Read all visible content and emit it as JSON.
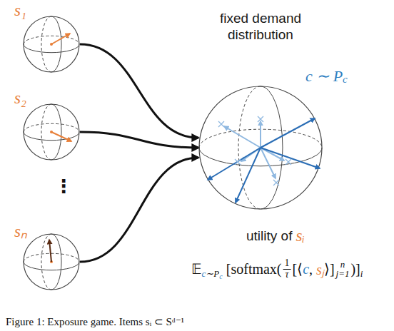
{
  "diagram": {
    "caption": "Figure 1: Exposure game. Items sᵢ ⊂ Sᵈ⁻¹",
    "nodes": [
      {
        "text": [
          "s₁"
        ]
      },
      {
        "text": [
          "s₂"
        ]
      },
      {
        "text": [
          "sₙ"
        ]
      },
      {
        "text": [
          "fixed demand distribution",
          "c ∼ P",
          "c"
        ]
      }
    ],
    "edges": [
      {
        "from": 0,
        "to": 3,
        "arrow": "to"
      },
      {
        "from": 1,
        "to": 3,
        "arrow": "to"
      },
      {
        "from": 2,
        "to": 3,
        "arrow": "to"
      }
    ],
    "labels": [
      "⋮",
      "utility of",
      "sᵢ",
      "𝔼",
      "c",
      "∼P",
      "c",
      "[softmax(",
      "1",
      "τ",
      "[⟨",
      "c",
      ",",
      "sⱼ",
      "⟩]",
      "n",
      "j=1",
      ")]",
      "i"
    ]
  }
}
